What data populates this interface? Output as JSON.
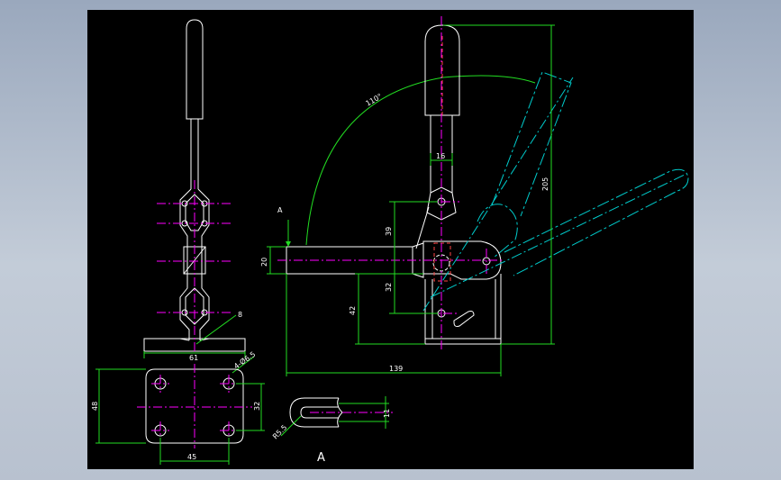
{
  "colors": {
    "background": "#000000",
    "outline": "#ffffff",
    "dimension": "#22dd22",
    "centerline": "#ff00ff",
    "rotated_handle": "#00cccc",
    "hidden": "#ff4444"
  },
  "dimensions": {
    "angle": "110°",
    "handle_dia": "16",
    "clear_height": "39",
    "bar_dia": "20",
    "lower_height": "32",
    "base_height": "42",
    "total_height": "205",
    "total_length": "139",
    "hole_spacing": "8",
    "base_width": "61",
    "holes": "4-Ø6.5",
    "plate_height": "48",
    "hole_pitch_y": "32",
    "hole_pitch_x": "45",
    "slot_width": "11",
    "slot_radius": "R5.5"
  },
  "labels": {
    "view_marker": "A",
    "view_title": "A"
  }
}
